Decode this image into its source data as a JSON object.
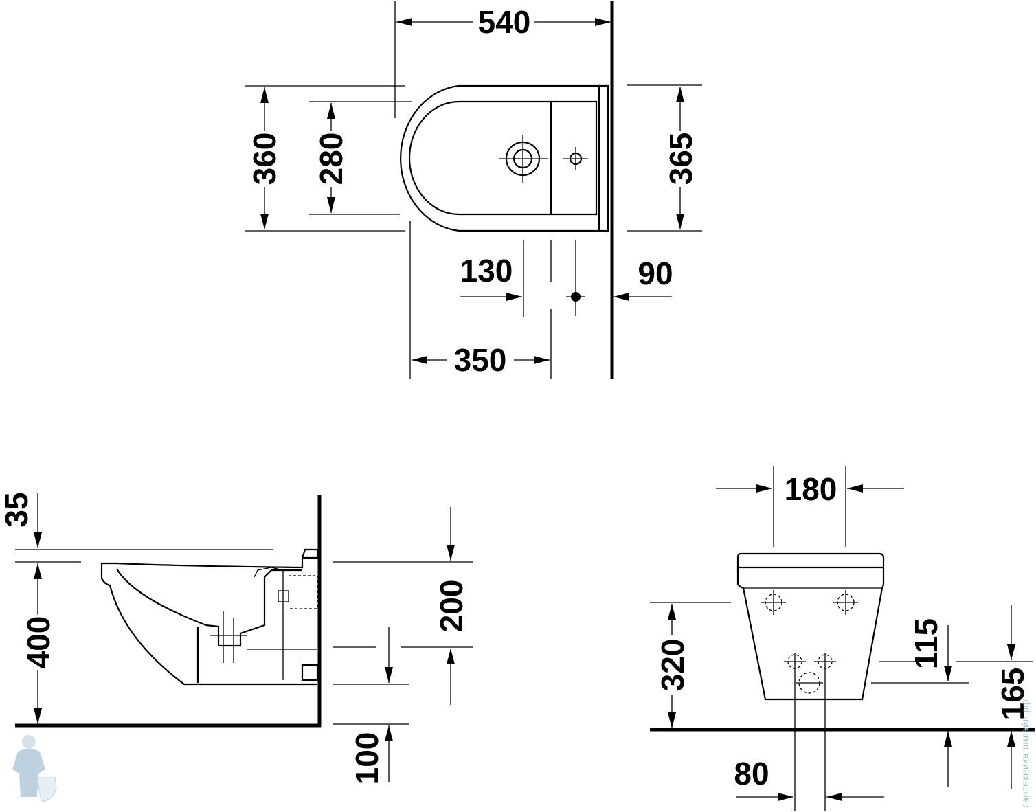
{
  "top_view": {
    "dims": {
      "width": "540",
      "depth_outer": "360",
      "depth_inner": "280",
      "depth_right": "365",
      "tap_offset": "130",
      "wall_gap": "90",
      "fix_dist": "350"
    }
  },
  "side_view": {
    "dims": {
      "top_gap": "35",
      "height": "400",
      "drop": "200",
      "pipe": "100"
    }
  },
  "front_view": {
    "dims": {
      "fix_spacing": "180",
      "fix_height": "320",
      "waste_height": "115",
      "inlet_height": "165",
      "waste_offset": "80"
    }
  },
  "watermark": {
    "text": "сантехника-онлайн.рф"
  },
  "icons": [
    "plumber-logo-icon"
  ]
}
